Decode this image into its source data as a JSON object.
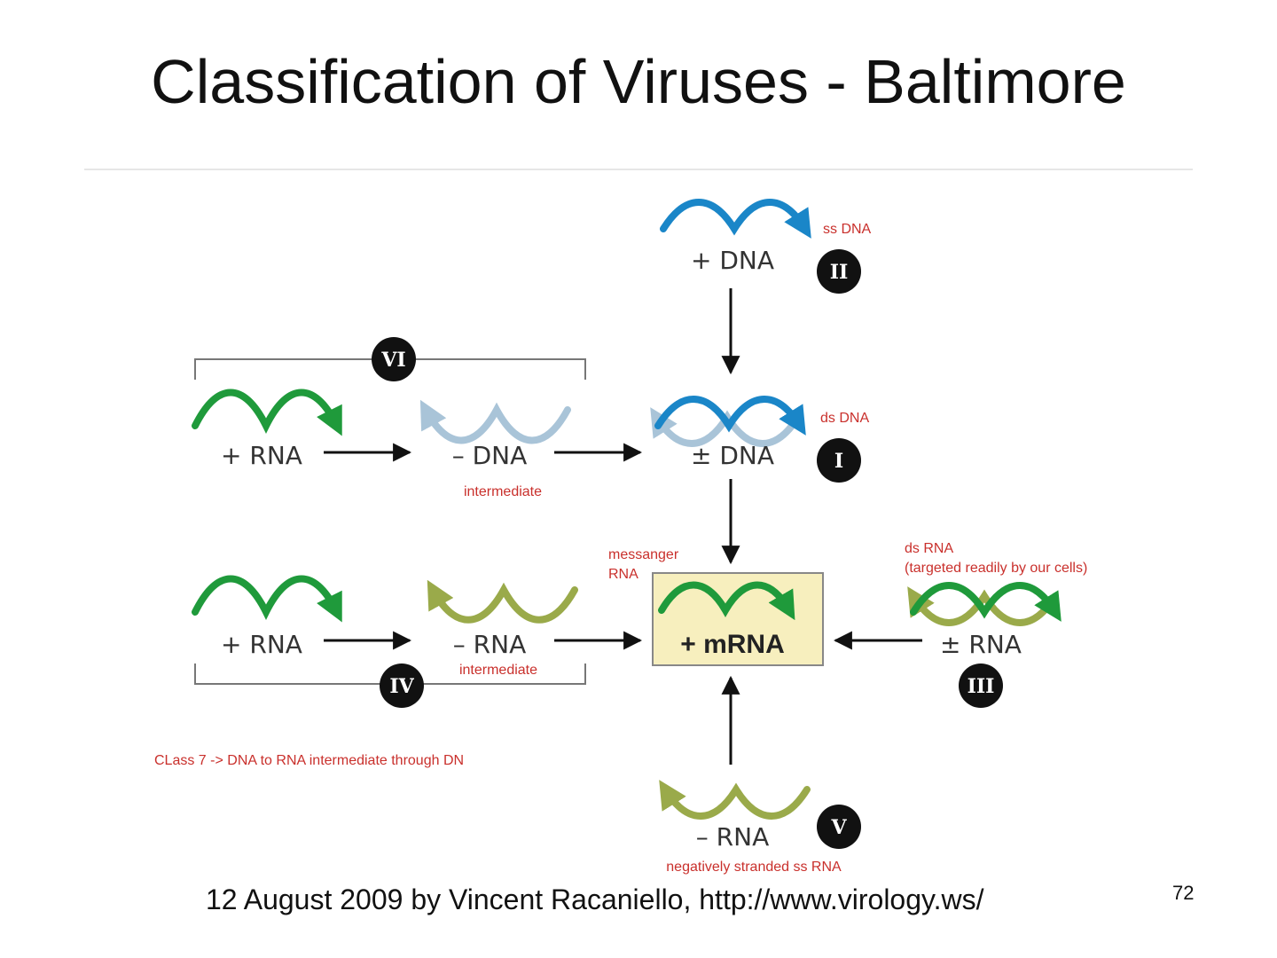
{
  "slide": {
    "title": "Classification of Viruses - Baltimore",
    "footer": "12 August 2009 by Vincent Racaniello, http://www.virology.ws/",
    "page_number": "72"
  },
  "diagram": {
    "center": {
      "label": "+ mRNA",
      "note_line1": "messanger",
      "note_line2": "RNA"
    },
    "class_I": {
      "numeral": "I",
      "label": "± DNA",
      "note": "ds DNA"
    },
    "class_II": {
      "numeral": "II",
      "label": "+ DNA",
      "note": "ss DNA"
    },
    "class_III": {
      "numeral": "III",
      "label": "± RNA",
      "note_line1": "ds RNA",
      "note_line2": "(targeted readily by our cells)"
    },
    "class_IV": {
      "numeral": "IV",
      "label_start": "+ RNA",
      "label_mid": "– RNA",
      "note_mid": "intermediate"
    },
    "class_V": {
      "numeral": "V",
      "label": "– RNA",
      "note": "negatively stranded ss RNA"
    },
    "class_VI": {
      "numeral": "VI",
      "label_start": "+ RNA",
      "label_mid": "– DNA",
      "note_mid": "intermediate"
    },
    "class_7_note": "CLass 7 -> DNA to RNA intermediate through DN"
  },
  "colors": {
    "rna_plus": "#1f9a3b",
    "rna_minus": "#9aaa4a",
    "dna_plus": "#1a86c8",
    "dna_minus": "#a9c4d8",
    "annotation": "#c9302c",
    "mrna_box": "#f7efbe"
  }
}
